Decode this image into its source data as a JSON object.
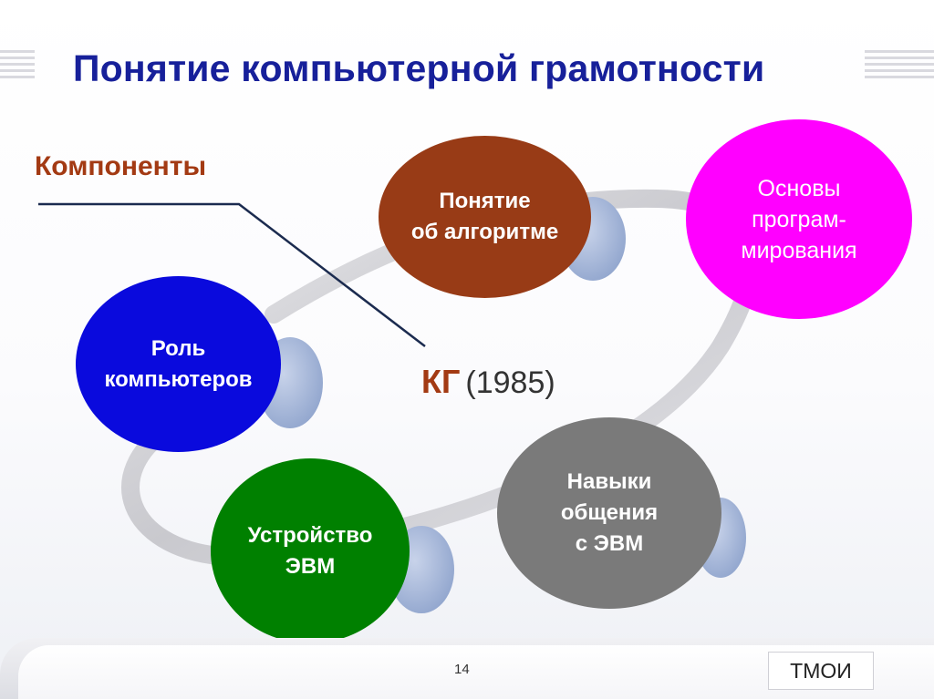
{
  "slide": {
    "title": "Понятие компьютерной грамотности",
    "components_label": "Компоненты",
    "center": {
      "abbr": "КГ",
      "year": "(1985)"
    },
    "nodes": [
      {
        "id": "role",
        "label": "Роль\nкомпьютеров",
        "color": "#0a0add"
      },
      {
        "id": "algorithm",
        "label": "Понятие\nоб алгоритме",
        "color": "#983b16"
      },
      {
        "id": "programming",
        "label": "Основы\nпрограм-\nмирования",
        "color": "#ff00ff"
      },
      {
        "id": "device",
        "label": "Устройство\nЭВМ",
        "color": "#008000"
      },
      {
        "id": "communication",
        "label": "Навыки\nобщения\nс ЭВМ",
        "color": "#7a7a7a"
      }
    ],
    "footer": {
      "page_number": "14",
      "brand": "ТМОИ"
    },
    "colors": {
      "title": "#17209a",
      "accent": "#a33a13",
      "ring": "#d4d4d8"
    }
  }
}
